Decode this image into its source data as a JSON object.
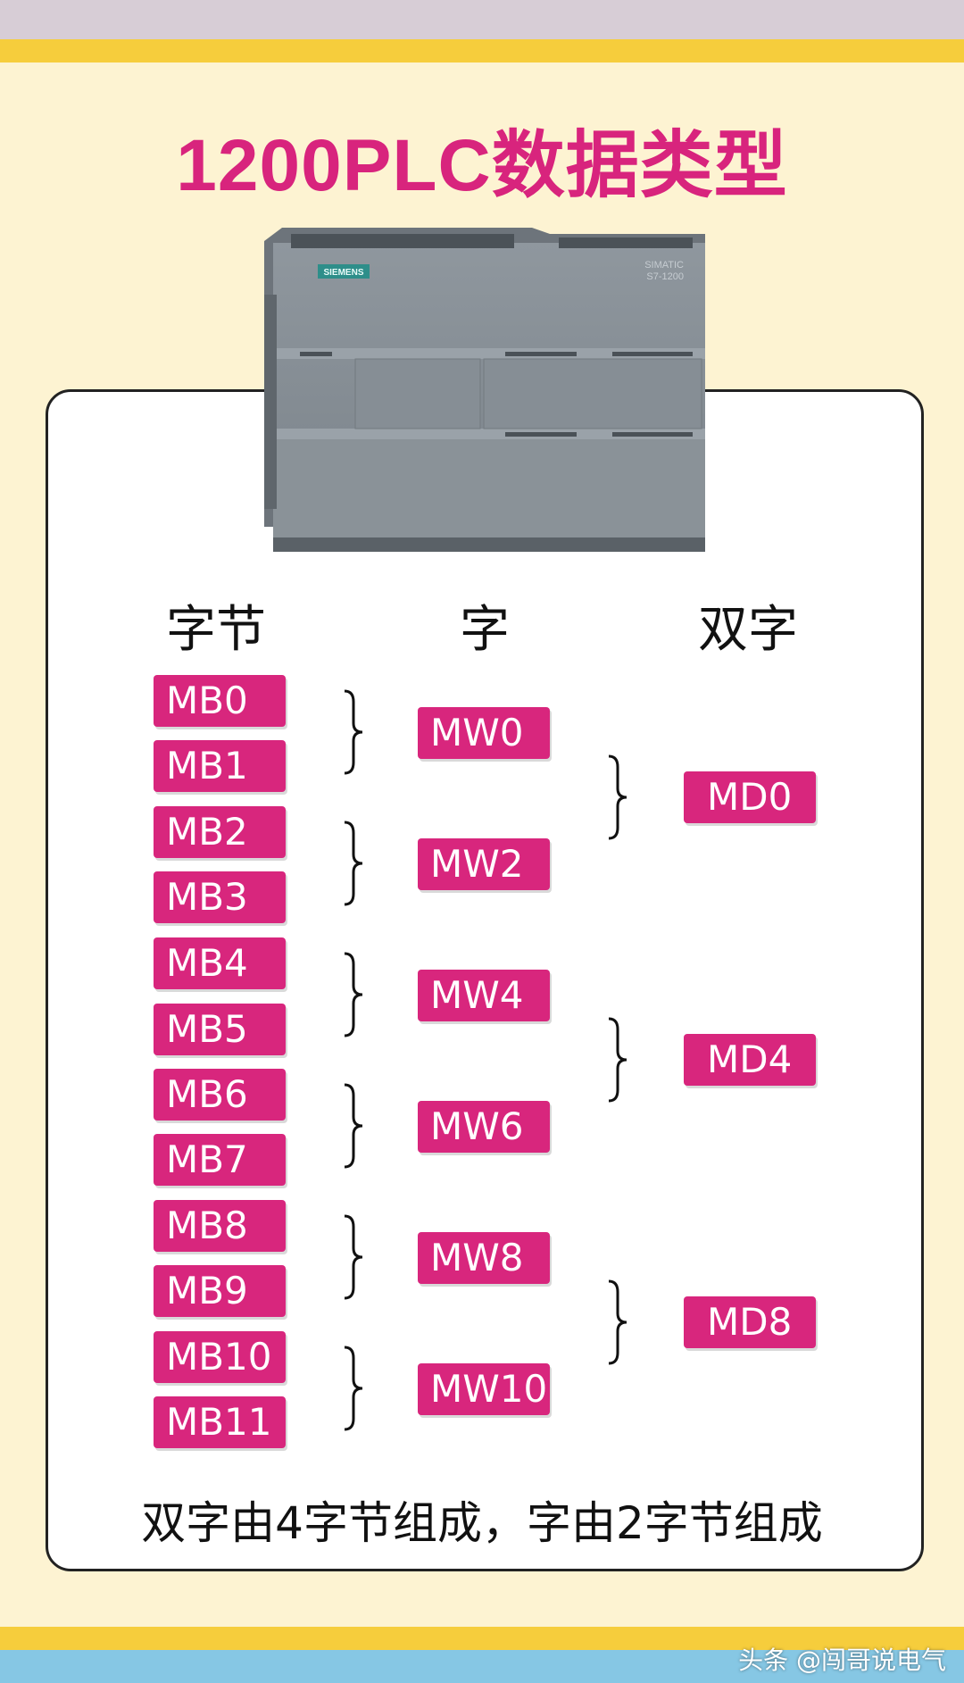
{
  "title": "1200PLC数据类型",
  "plc": {
    "brand": "SIEMENS",
    "model_line1": "SIMATIC",
    "model_line2": "S7-1200"
  },
  "headers": {
    "byte": "字节",
    "word": "字",
    "dword": "双字"
  },
  "bytes": [
    "MB0",
    "MB1",
    "MB2",
    "MB3",
    "MB4",
    "MB5",
    "MB6",
    "MB7",
    "MB8",
    "MB9",
    "MB10",
    "MB11"
  ],
  "words": [
    "MW0",
    "MW2",
    "MW4",
    "MW6",
    "MW8",
    "MW10"
  ],
  "dwords": [
    "MD0",
    "MD4",
    "MD8"
  ],
  "footnote": "双字由4字节组成，字由2字节组成",
  "watermark": "头条 @闯哥说电气",
  "colors": {
    "tag": "#d8267d",
    "title": "#d8247d",
    "stripe": "#f6cd3c",
    "background": "#fdf3d2"
  }
}
